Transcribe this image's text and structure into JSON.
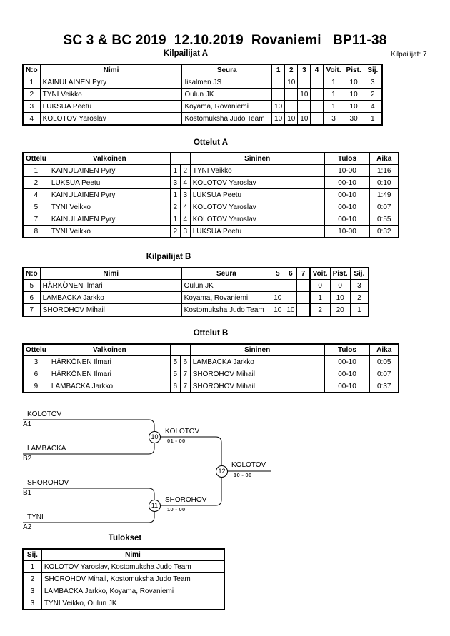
{
  "title": "SC 3 & BC 2019  12.10.2019  Rovaniemi   BP11-38",
  "participants_count": "Kilpailijat: 7",
  "groupA": {
    "title": "Kilpailijat A",
    "headers": {
      "no": "N:o",
      "name": "Nimi",
      "club": "Seura",
      "c1": "1",
      "c2": "2",
      "c3": "3",
      "c4": "4",
      "wins": "Voit.",
      "points": "Pist.",
      "place": "Sij."
    },
    "rows": [
      {
        "no": "1",
        "name": "KAINULAINEN Pyry",
        "club": "Iisalmen JS",
        "c1": "",
        "c2": "10",
        "c3": "",
        "c4": "",
        "wins": "1",
        "points": "10",
        "place": "3"
      },
      {
        "no": "2",
        "name": "TYNI Veikko",
        "club": "Oulun JK",
        "c1": "",
        "c2": "",
        "c3": "10",
        "c4": "",
        "wins": "1",
        "points": "10",
        "place": "2"
      },
      {
        "no": "3",
        "name": "LUKSUA Peetu",
        "club": "Koyama, Rovaniemi",
        "c1": "10",
        "c2": "",
        "c3": "",
        "c4": "",
        "wins": "1",
        "points": "10",
        "place": "4"
      },
      {
        "no": "4",
        "name": "KOLOTOV Yaroslav",
        "club": "Kostomuksha Judo Team",
        "c1": "10",
        "c2": "10",
        "c3": "10",
        "c4": "",
        "wins": "3",
        "points": "30",
        "place": "1"
      }
    ]
  },
  "matchesA": {
    "title": "Ottelut A",
    "headers": {
      "match": "Ottelu",
      "white": "Valkoinen",
      "blue": "Sininen",
      "result": "Tulos",
      "time": "Aika"
    },
    "rows": [
      {
        "match": "1",
        "white": "KAINULAINEN Pyry",
        "wn": "1",
        "bn": "2",
        "blue": "TYNI Veikko",
        "result": "10-00",
        "time": "1:16"
      },
      {
        "match": "2",
        "white": "LUKSUA Peetu",
        "wn": "3",
        "bn": "4",
        "blue": "KOLOTOV Yaroslav",
        "result": "00-10",
        "time": "0:10"
      },
      {
        "match": "4",
        "white": "KAINULAINEN Pyry",
        "wn": "1",
        "bn": "3",
        "blue": "LUKSUA Peetu",
        "result": "00-10",
        "time": "1:49"
      },
      {
        "match": "5",
        "white": "TYNI Veikko",
        "wn": "2",
        "bn": "4",
        "blue": "KOLOTOV Yaroslav",
        "result": "00-10",
        "time": "0:07"
      },
      {
        "match": "7",
        "white": "KAINULAINEN Pyry",
        "wn": "1",
        "bn": "4",
        "blue": "KOLOTOV Yaroslav",
        "result": "00-10",
        "time": "0:55"
      },
      {
        "match": "8",
        "white": "TYNI Veikko",
        "wn": "2",
        "bn": "3",
        "blue": "LUKSUA Peetu",
        "result": "10-00",
        "time": "0:32"
      }
    ]
  },
  "groupB": {
    "title": "Kilpailijat B",
    "headers": {
      "no": "N:o",
      "name": "Nimi",
      "club": "Seura",
      "c1": "5",
      "c2": "6",
      "c3": "7",
      "wins": "Voit.",
      "points": "Pist.",
      "place": "Sij."
    },
    "rows": [
      {
        "no": "5",
        "name": "HÄRKÖNEN Ilmari",
        "club": "Oulun JK",
        "c1": "",
        "c2": "",
        "c3": "",
        "wins": "0",
        "points": "0",
        "place": "3"
      },
      {
        "no": "6",
        "name": "LAMBACKA Jarkko",
        "club": "Koyama, Rovaniemi",
        "c1": "10",
        "c2": "",
        "c3": "",
        "wins": "1",
        "points": "10",
        "place": "2"
      },
      {
        "no": "7",
        "name": "SHOROHOV Mihail",
        "club": "Kostomuksha Judo Team",
        "c1": "10",
        "c2": "10",
        "c3": "",
        "wins": "2",
        "points": "20",
        "place": "1"
      }
    ]
  },
  "matchesB": {
    "title": "Ottelut B",
    "headers": {
      "match": "Ottelu",
      "white": "Valkoinen",
      "blue": "Sininen",
      "result": "Tulos",
      "time": "Aika"
    },
    "rows": [
      {
        "match": "3",
        "white": "HÄRKÖNEN Ilmari",
        "wn": "5",
        "bn": "6",
        "blue": "LAMBACKA Jarkko",
        "result": "00-10",
        "time": "0:05"
      },
      {
        "match": "6",
        "white": "HÄRKÖNEN Ilmari",
        "wn": "5",
        "bn": "7",
        "blue": "SHOROHOV Mihail",
        "result": "00-10",
        "time": "0:07"
      },
      {
        "match": "9",
        "white": "LAMBACKA Jarkko",
        "wn": "6",
        "bn": "7",
        "blue": "SHOROHOV Mihail",
        "result": "00-10",
        "time": "0:37"
      }
    ]
  },
  "bracket": {
    "semi1": {
      "top": "KOLOTOV",
      "top_seed": "A1",
      "bottom": "LAMBACKA",
      "bottom_seed": "B2",
      "match": "10",
      "winner": "KOLOTOV",
      "score": "01 - 00"
    },
    "semi2": {
      "top": "SHOROHOV",
      "top_seed": "B1",
      "bottom": "TYNI",
      "bottom_seed": "A2",
      "match": "11",
      "winner": "SHOROHOV",
      "score": "10 - 00"
    },
    "final": {
      "match": "12",
      "winner": "KOLOTOV",
      "score": "10 - 00"
    }
  },
  "results": {
    "title": "Tulokset",
    "headers": {
      "place": "Sij.",
      "name": "Nimi"
    },
    "rows": [
      {
        "place": "1",
        "name": "KOLOTOV Yaroslav, Kostomuksha Judo Team"
      },
      {
        "place": "2",
        "name": "SHOROHOV Mihail, Kostomuksha Judo Team"
      },
      {
        "place": "3",
        "name": "LAMBACKA Jarkko, Koyama, Rovaniemi"
      },
      {
        "place": "3",
        "name": "TYNI Veikko, Oulun JK"
      }
    ]
  }
}
